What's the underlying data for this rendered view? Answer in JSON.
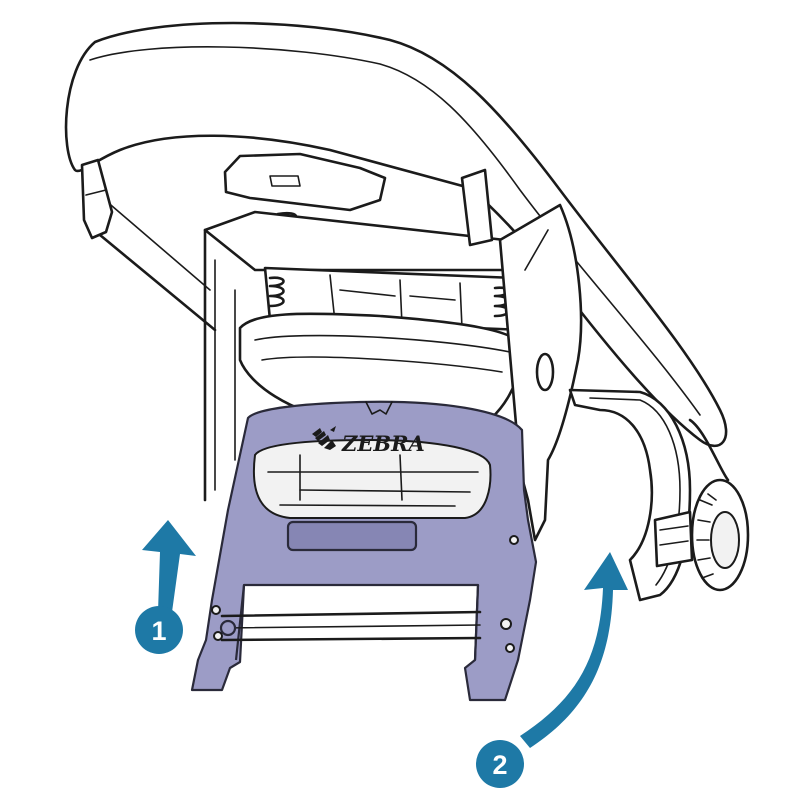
{
  "brand": {
    "label": "ZEBRA"
  },
  "steps": [
    {
      "number": "1"
    },
    {
      "number": "2"
    }
  ],
  "colors": {
    "part_fill": "#9c9cc6",
    "arrow_blue": "#1e79a6",
    "line": "#1b1b1b",
    "paper": "#ffffff"
  },
  "icons": {
    "brand_logo": "zebra-head-icon",
    "step_arrow": "curved-arrow-icon"
  }
}
